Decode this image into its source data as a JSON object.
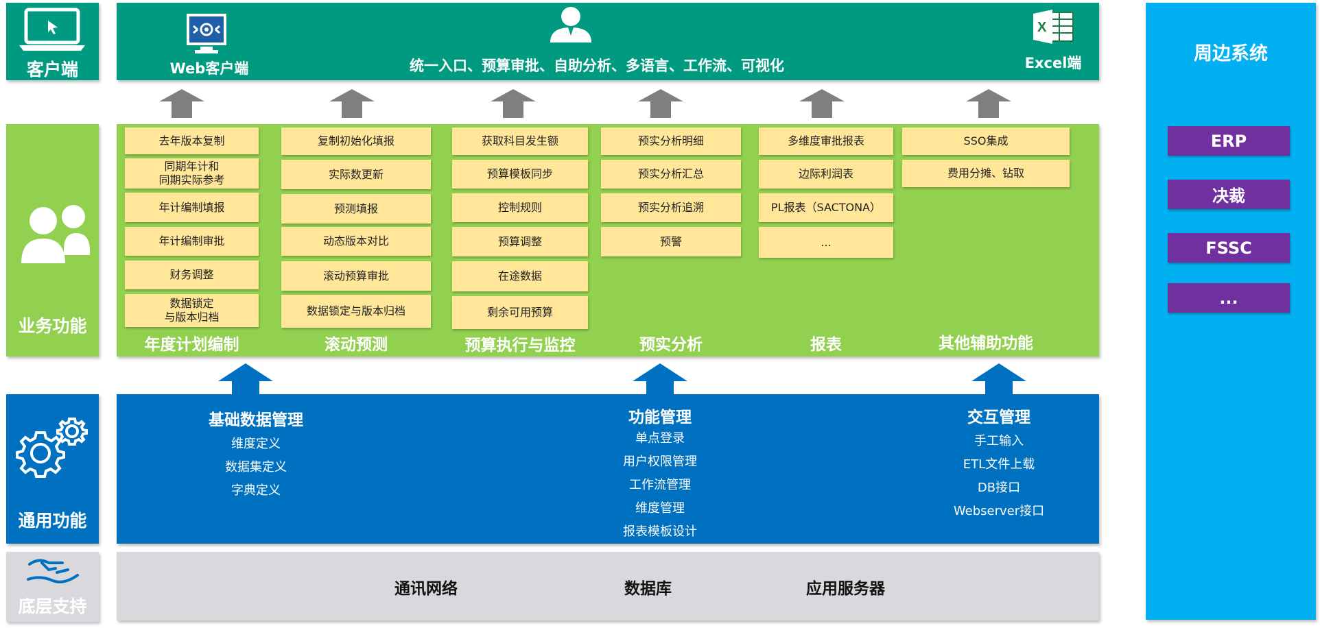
{
  "layers": {
    "client": "客户端",
    "business": "业务功能",
    "general": "通用功能",
    "support": "底层支持"
  },
  "client_band": {
    "web_label": "Web客户端",
    "center_label": "统一入口、预算审批、自助分析、多语言、工作流、可视化",
    "excel_label": "Excel端"
  },
  "business_columns": [
    {
      "title": "年度计划编制",
      "items": [
        "去年版本复制",
        "同期年计和\n同期实际参考",
        "年计编制填报",
        "年计编制审批",
        "财务调整",
        "数据锁定\n与版本归档"
      ]
    },
    {
      "title": "滚动预测",
      "items": [
        "复制初始化填报",
        "实际数更新",
        "预测填报",
        "动态版本对比",
        "滚动预算审批",
        "数据锁定与版本归档"
      ]
    },
    {
      "title": "预算执行与监控",
      "items": [
        "获取科目发生额",
        "预算模板同步",
        "控制规则",
        "预算调整",
        "在途数据",
        "剩余可用预算"
      ]
    },
    {
      "title": "预实分析",
      "items": [
        "预实分析明细",
        "预实分析汇总",
        "预实分析追溯",
        "预警"
      ]
    },
    {
      "title": "报表",
      "items": [
        "多维度审批报表",
        "边际利润表",
        "PL报表（SACTONA）",
        "..."
      ]
    },
    {
      "title": "其他辅助功能",
      "items": [
        "SSO集成",
        "费用分摊、钻取"
      ]
    }
  ],
  "general_groups": [
    {
      "title": "基础数据管理",
      "items": [
        "维度定义",
        "数据集定义",
        "字典定义"
      ]
    },
    {
      "title": "功能管理",
      "items": [
        "单点登录",
        "用户权限管理",
        "工作流管理",
        "维度管理",
        "报表模板设计"
      ]
    },
    {
      "title": "交互管理",
      "items": [
        "手工输入",
        "ETL文件上载",
        "DB接口",
        "Webserver接口"
      ]
    }
  ],
  "support_items": [
    "通讯网络",
    "数据库",
    "应用服务器"
  ],
  "peripheral": {
    "title": "周边系统",
    "items": [
      "ERP",
      "决裁",
      "FSSC",
      "..."
    ]
  },
  "colors": {
    "client_green": "#009a80",
    "business_green": "#92d050",
    "cell_yellow": "#ffe699",
    "general_blue": "#0070c0",
    "support_grey": "#d9d9dd",
    "peripheral_cyan": "#00b0f0",
    "peripheral_purple": "#7030a0",
    "arrow_grey": "#7f7f7f"
  }
}
